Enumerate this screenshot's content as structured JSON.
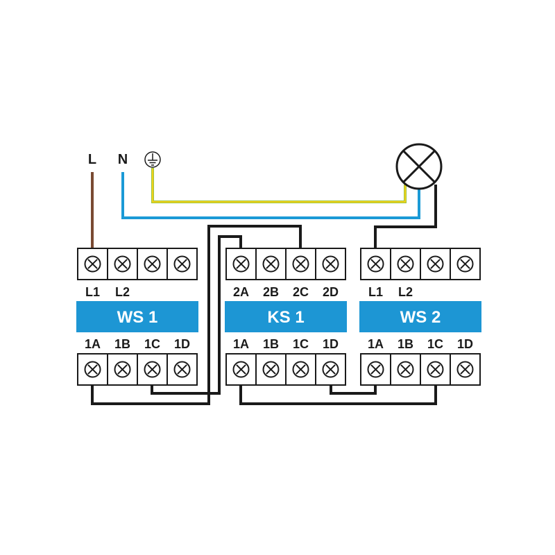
{
  "colors": {
    "phase": "#7a4a33",
    "neutral": "#1b9ad6",
    "earth_green": "#9bc53d",
    "earth_yellow": "#f2d21b",
    "switched": "#1a1a1a",
    "module_bar": "#1d96d4",
    "module_text": "#ffffff"
  },
  "sources": {
    "line": "L",
    "neutral": "N",
    "earth_icon": "ground-symbol-icon"
  },
  "lamp_icon": "lamp-cross-circle-icon",
  "modules": [
    {
      "id": "ws1",
      "title": "WS 1",
      "top_terminals": [
        "L1",
        "L2",
        "",
        ""
      ],
      "bottom_terminals": [
        "1A",
        "1B",
        "1C",
        "1D"
      ]
    },
    {
      "id": "ks1",
      "title": "KS 1",
      "top_terminals": [
        "2A",
        "2B",
        "2C",
        "2D"
      ],
      "bottom_terminals": [
        "1A",
        "1B",
        "1C",
        "1D"
      ]
    },
    {
      "id": "ws2",
      "title": "WS 2",
      "top_terminals": [
        "L1",
        "L2",
        "",
        ""
      ],
      "bottom_terminals": [
        "1A",
        "1B",
        "1C",
        "1D"
      ]
    }
  ]
}
